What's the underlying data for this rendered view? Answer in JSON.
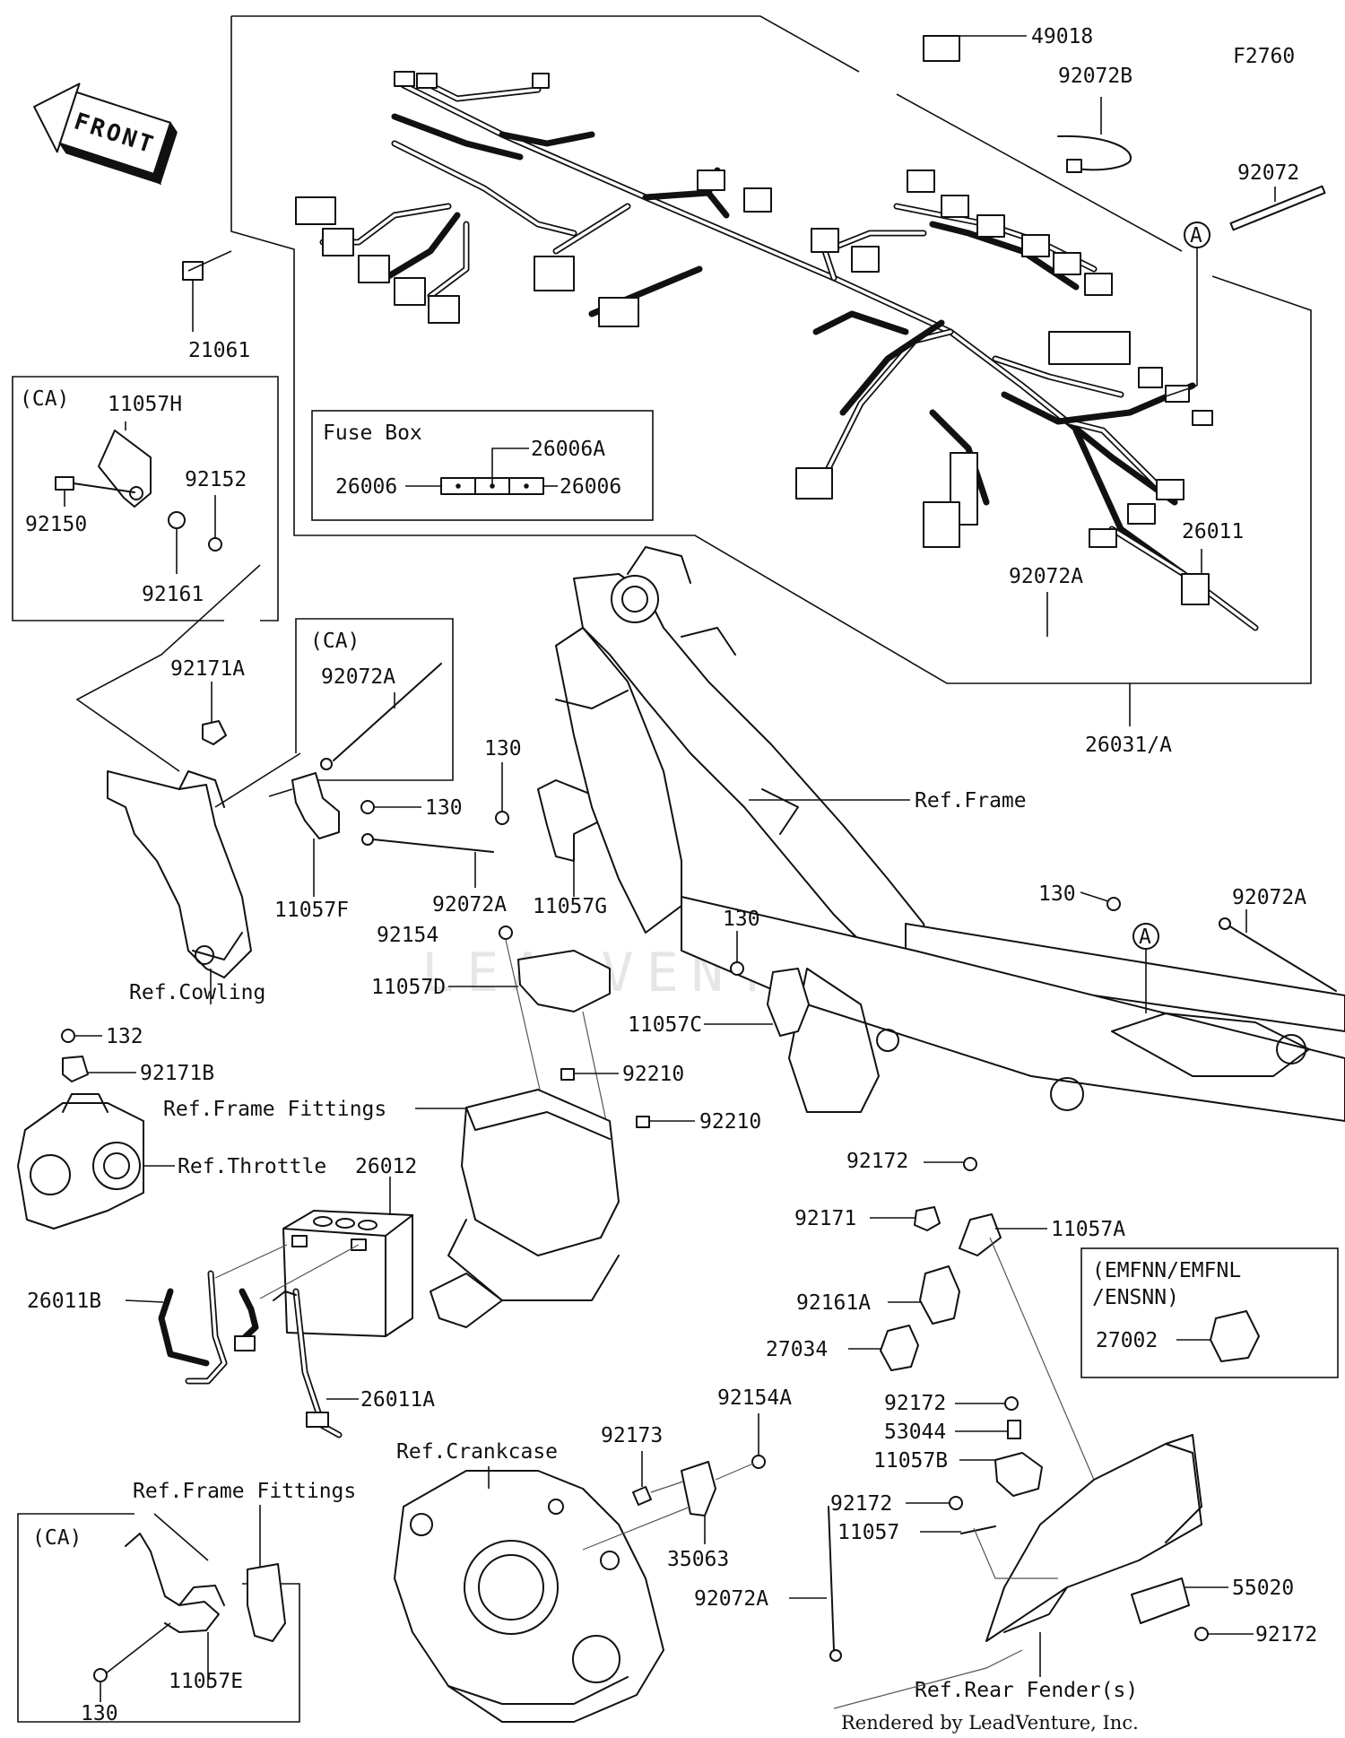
{
  "figure_code": "F2760",
  "front_label": "FRONT",
  "credit": "Rendered by LeadVenture, Inc.",
  "watermark": "LEADVENTURE",
  "callout_letter": "A",
  "boxes": {
    "ca_top": "(CA)",
    "ca_mid": "(CA)",
    "ca_bottom": "(CA)",
    "fuse_box": "Fuse Box",
    "variant": [
      "(EMFNN/EMFNL",
      "/ENSNN)"
    ]
  },
  "parts": {
    "p49018": "49018",
    "p92072B": "92072B",
    "p92072": "92072",
    "p21061": "21061",
    "p11057H": "11057H",
    "p92150": "92150",
    "p92152": "92152",
    "p92161": "92161",
    "p26006A": "26006A",
    "p26006_left": "26006",
    "p26006_right": "26006",
    "p26011": "26011",
    "p92072A_harness": "92072A",
    "p26031A": "26031/A",
    "p92171A": "92171A",
    "p92072A_ca": "92072A",
    "p130_a": "130",
    "p130_b": "130",
    "p130_c": "130",
    "p130_d": "130",
    "p130_e": "130",
    "p92072A_mid": "92072A",
    "p11057F": "11057F",
    "p11057G": "11057G",
    "p92072A_right": "92072A",
    "p92154": "92154",
    "p11057D": "11057D",
    "p11057C": "11057C",
    "p132": "132",
    "p92171B": "92171B",
    "p92210_a": "92210",
    "p92210_b": "92210",
    "p26012": "26012",
    "p26011B": "26011B",
    "p26011A": "26011A",
    "p92172_a": "92172",
    "p92171": "92171",
    "p11057A": "11057A",
    "p92161A": "92161A",
    "p27034": "27034",
    "p27002": "27002",
    "p92154A": "92154A",
    "p92173": "92173",
    "p35063": "35063",
    "p92172_b": "92172",
    "p53044": "53044",
    "p11057B": "11057B",
    "p92172_c": "92172",
    "p11057": "11057",
    "p55020": "55020",
    "p92172_d": "92172",
    "p92072A_bottom": "92072A",
    "p11057E": "11057E"
  },
  "refs": {
    "frame": "Ref.Frame",
    "cowling": "Ref.Cowling",
    "frame_fittings": "Ref.Frame Fittings",
    "throttle": "Ref.Throttle",
    "crankcase": "Ref.Crankcase",
    "frame_fittings_2": "Ref.Frame Fittings",
    "rear_fender": "Ref.Rear Fender(s)"
  }
}
